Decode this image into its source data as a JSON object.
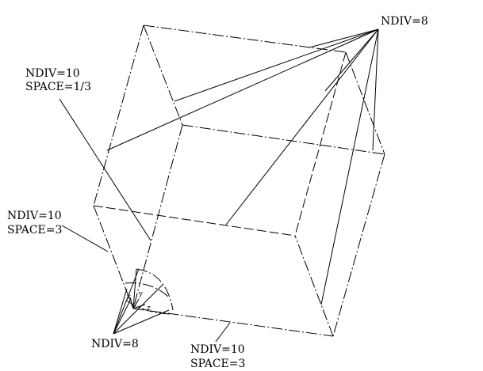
{
  "labels": {
    "top_right": "NDIV=8",
    "left_upper_line1": "NDIV=10",
    "left_upper_line2": "SPACE=1/3",
    "left_mid_line1": "NDIV=10",
    "left_mid_line2": "SPACE=3",
    "bottom_left": "NDIV=8",
    "bottom_mid_line1": "NDIV=10",
    "bottom_mid_line2": "SPACE=3"
  },
  "axes": {
    "x": "x",
    "y": "y",
    "z": "z"
  }
}
